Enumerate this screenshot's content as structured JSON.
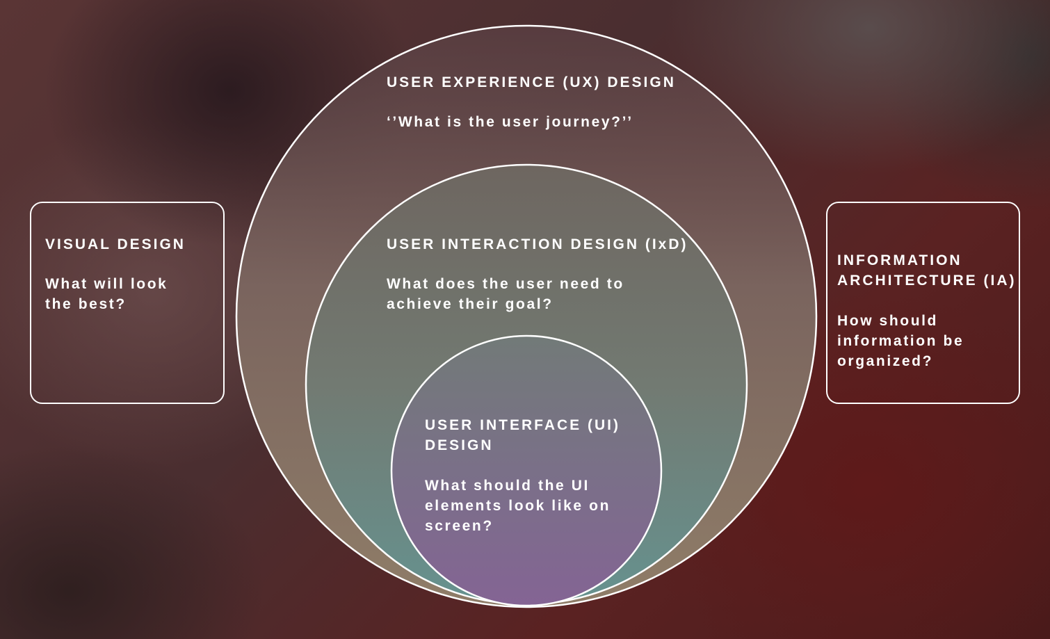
{
  "ux": {
    "title": "USER EXPERIENCE (UX) DESIGN",
    "question": "‘’What is the user journey?’’"
  },
  "ixd": {
    "title": "USER INTERACTION DESIGN (IxD)",
    "question_line1": "What does the user need to",
    "question_line2": "achieve their goal?"
  },
  "ui": {
    "title_line1": "USER INTERFACE (UI)",
    "title_line2": "DESIGN",
    "question_line1": "What should the UI",
    "question_line2": "elements look like on",
    "question_line3": "screen?"
  },
  "visual": {
    "title": "VISUAL DESIGN",
    "question_line1": "What will look",
    "question_line2": "the best?"
  },
  "ia": {
    "title_line1": "INFORMATION",
    "title_line2": "ARCHITECTURE (IA)",
    "question_line1": "How should",
    "question_line2": "information be",
    "question_line3": "organized?"
  },
  "colors": {
    "ux_fill": "#7a6a60",
    "ixd_fill": "#6e8a88",
    "ui_fill": "#806690",
    "stroke": "#ffffff"
  }
}
